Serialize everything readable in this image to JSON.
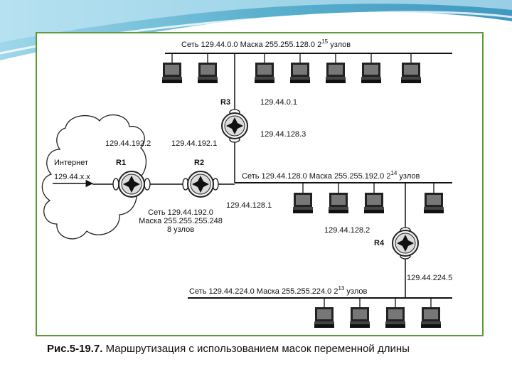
{
  "networks": {
    "net1": {
      "prefix": "Сеть 129.44.0.0  Маска 255.255.128.0  2",
      "exp": "15",
      "suffix": " узлов"
    },
    "net2": {
      "prefix": "Сеть 129.44.128.0  Маска 255.255.192.0  2",
      "exp": "14",
      "suffix": " узлов"
    },
    "net3": {
      "prefix": "Сеть 129.44.224.0  Маска 255.255.224.0  2",
      "exp": "13",
      "suffix": " узлов"
    },
    "link": {
      "line1": "Сеть 129.44.192.0",
      "line2": "Маска 255.255.255.248",
      "line3": "8 узлов"
    }
  },
  "routers": {
    "r1": "R1",
    "r2": "R2",
    "r3": "R3",
    "r4": "R4"
  },
  "addresses": {
    "r3_top": "129.44.0.1",
    "r3_bottom": "129.44.128.3",
    "r1": "129.44.192.2",
    "r2": "129.44.192.1",
    "r2_lan": "129.44.128.1",
    "r4_top": "129.44.128.2",
    "r4_bottom": "129.44.224.5"
  },
  "internet": {
    "label": "Интернет",
    "address": "129.44.x.x"
  },
  "caption": {
    "number": "Рис.5-19.7.",
    "text": " Маршрутизация с использованием масок переменной длины"
  },
  "colors": {
    "frame": "#5a9a3a",
    "wave_dark": "#3fa3c7",
    "wave_light": "#bfe6f3"
  }
}
